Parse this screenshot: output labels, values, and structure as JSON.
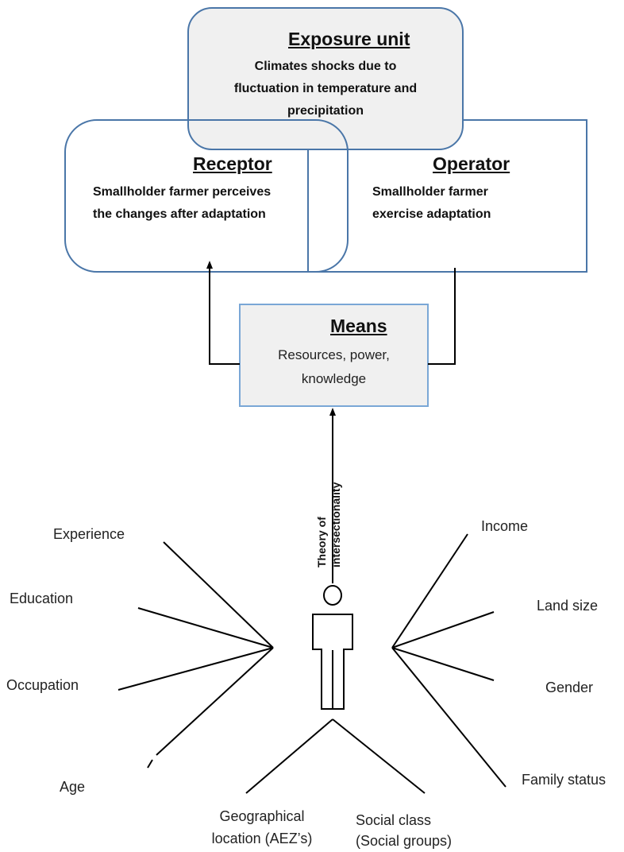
{
  "exposure": {
    "title": "Exposure unit",
    "lines": [
      "Climates shocks due to",
      "fluctuation in temperature and",
      "precipitation"
    ]
  },
  "receptor": {
    "title": "Receptor",
    "lines": [
      "Smallholder farmer perceives",
      "the changes after adaptation"
    ]
  },
  "operator": {
    "title": "Operator",
    "lines": [
      "Smallholder farmer",
      "exercise adaptation"
    ]
  },
  "means": {
    "title": "Means",
    "lines": [
      "Resources, power,",
      "knowledge"
    ]
  },
  "theory": {
    "lines": [
      "Theory of",
      "intersectionality"
    ]
  },
  "factors": {
    "experience": "Experience",
    "education": "Education",
    "occupation": "Occupation",
    "age": "Age",
    "geographical": [
      "Geographical",
      "location (AEZ’s)"
    ],
    "social": [
      "Social class",
      "(Social groups)"
    ],
    "income": "Income",
    "land_size": "Land size",
    "gender": "Gender",
    "family_status": "Family status"
  },
  "colors": {
    "box_border": "#4a76a8",
    "means_border": "#7aa7d6",
    "box_fill": "#f0f0f0",
    "line": "#000000"
  }
}
